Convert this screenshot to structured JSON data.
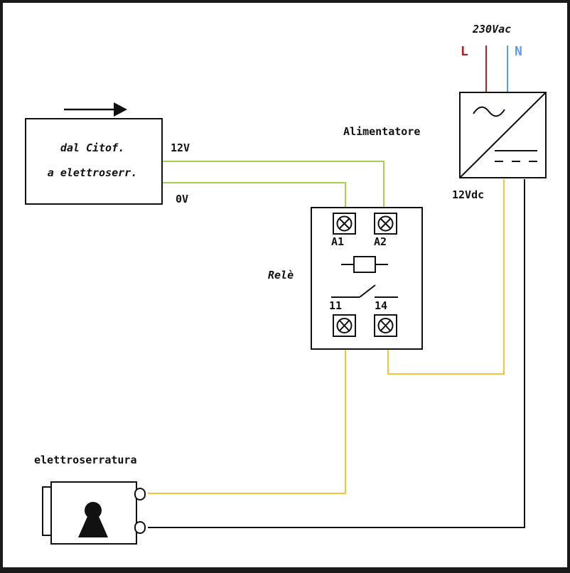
{
  "labels": {
    "supply_voltage": "230Vac",
    "line": "L",
    "neutral": "N",
    "power_supply": "Alimentatore",
    "dc_output": "12Vdc",
    "intercom_line1": "dal Citof.",
    "intercom_line2": "a elettroserr.",
    "plus_12v": "12V",
    "zero_v": "0V",
    "relay": "Relè",
    "terminal_a1": "A1",
    "terminal_a2": "A2",
    "terminal_11": "11",
    "terminal_14": "14",
    "electric_lock": "elettroserratura"
  },
  "colors": {
    "line_wire": "#b22222",
    "neutral_wire": "#5b9bff",
    "signal_wire": "#a6d252",
    "dc_wire": "#f2c53d",
    "black_wire": "#111111",
    "background": "#ffffff"
  }
}
